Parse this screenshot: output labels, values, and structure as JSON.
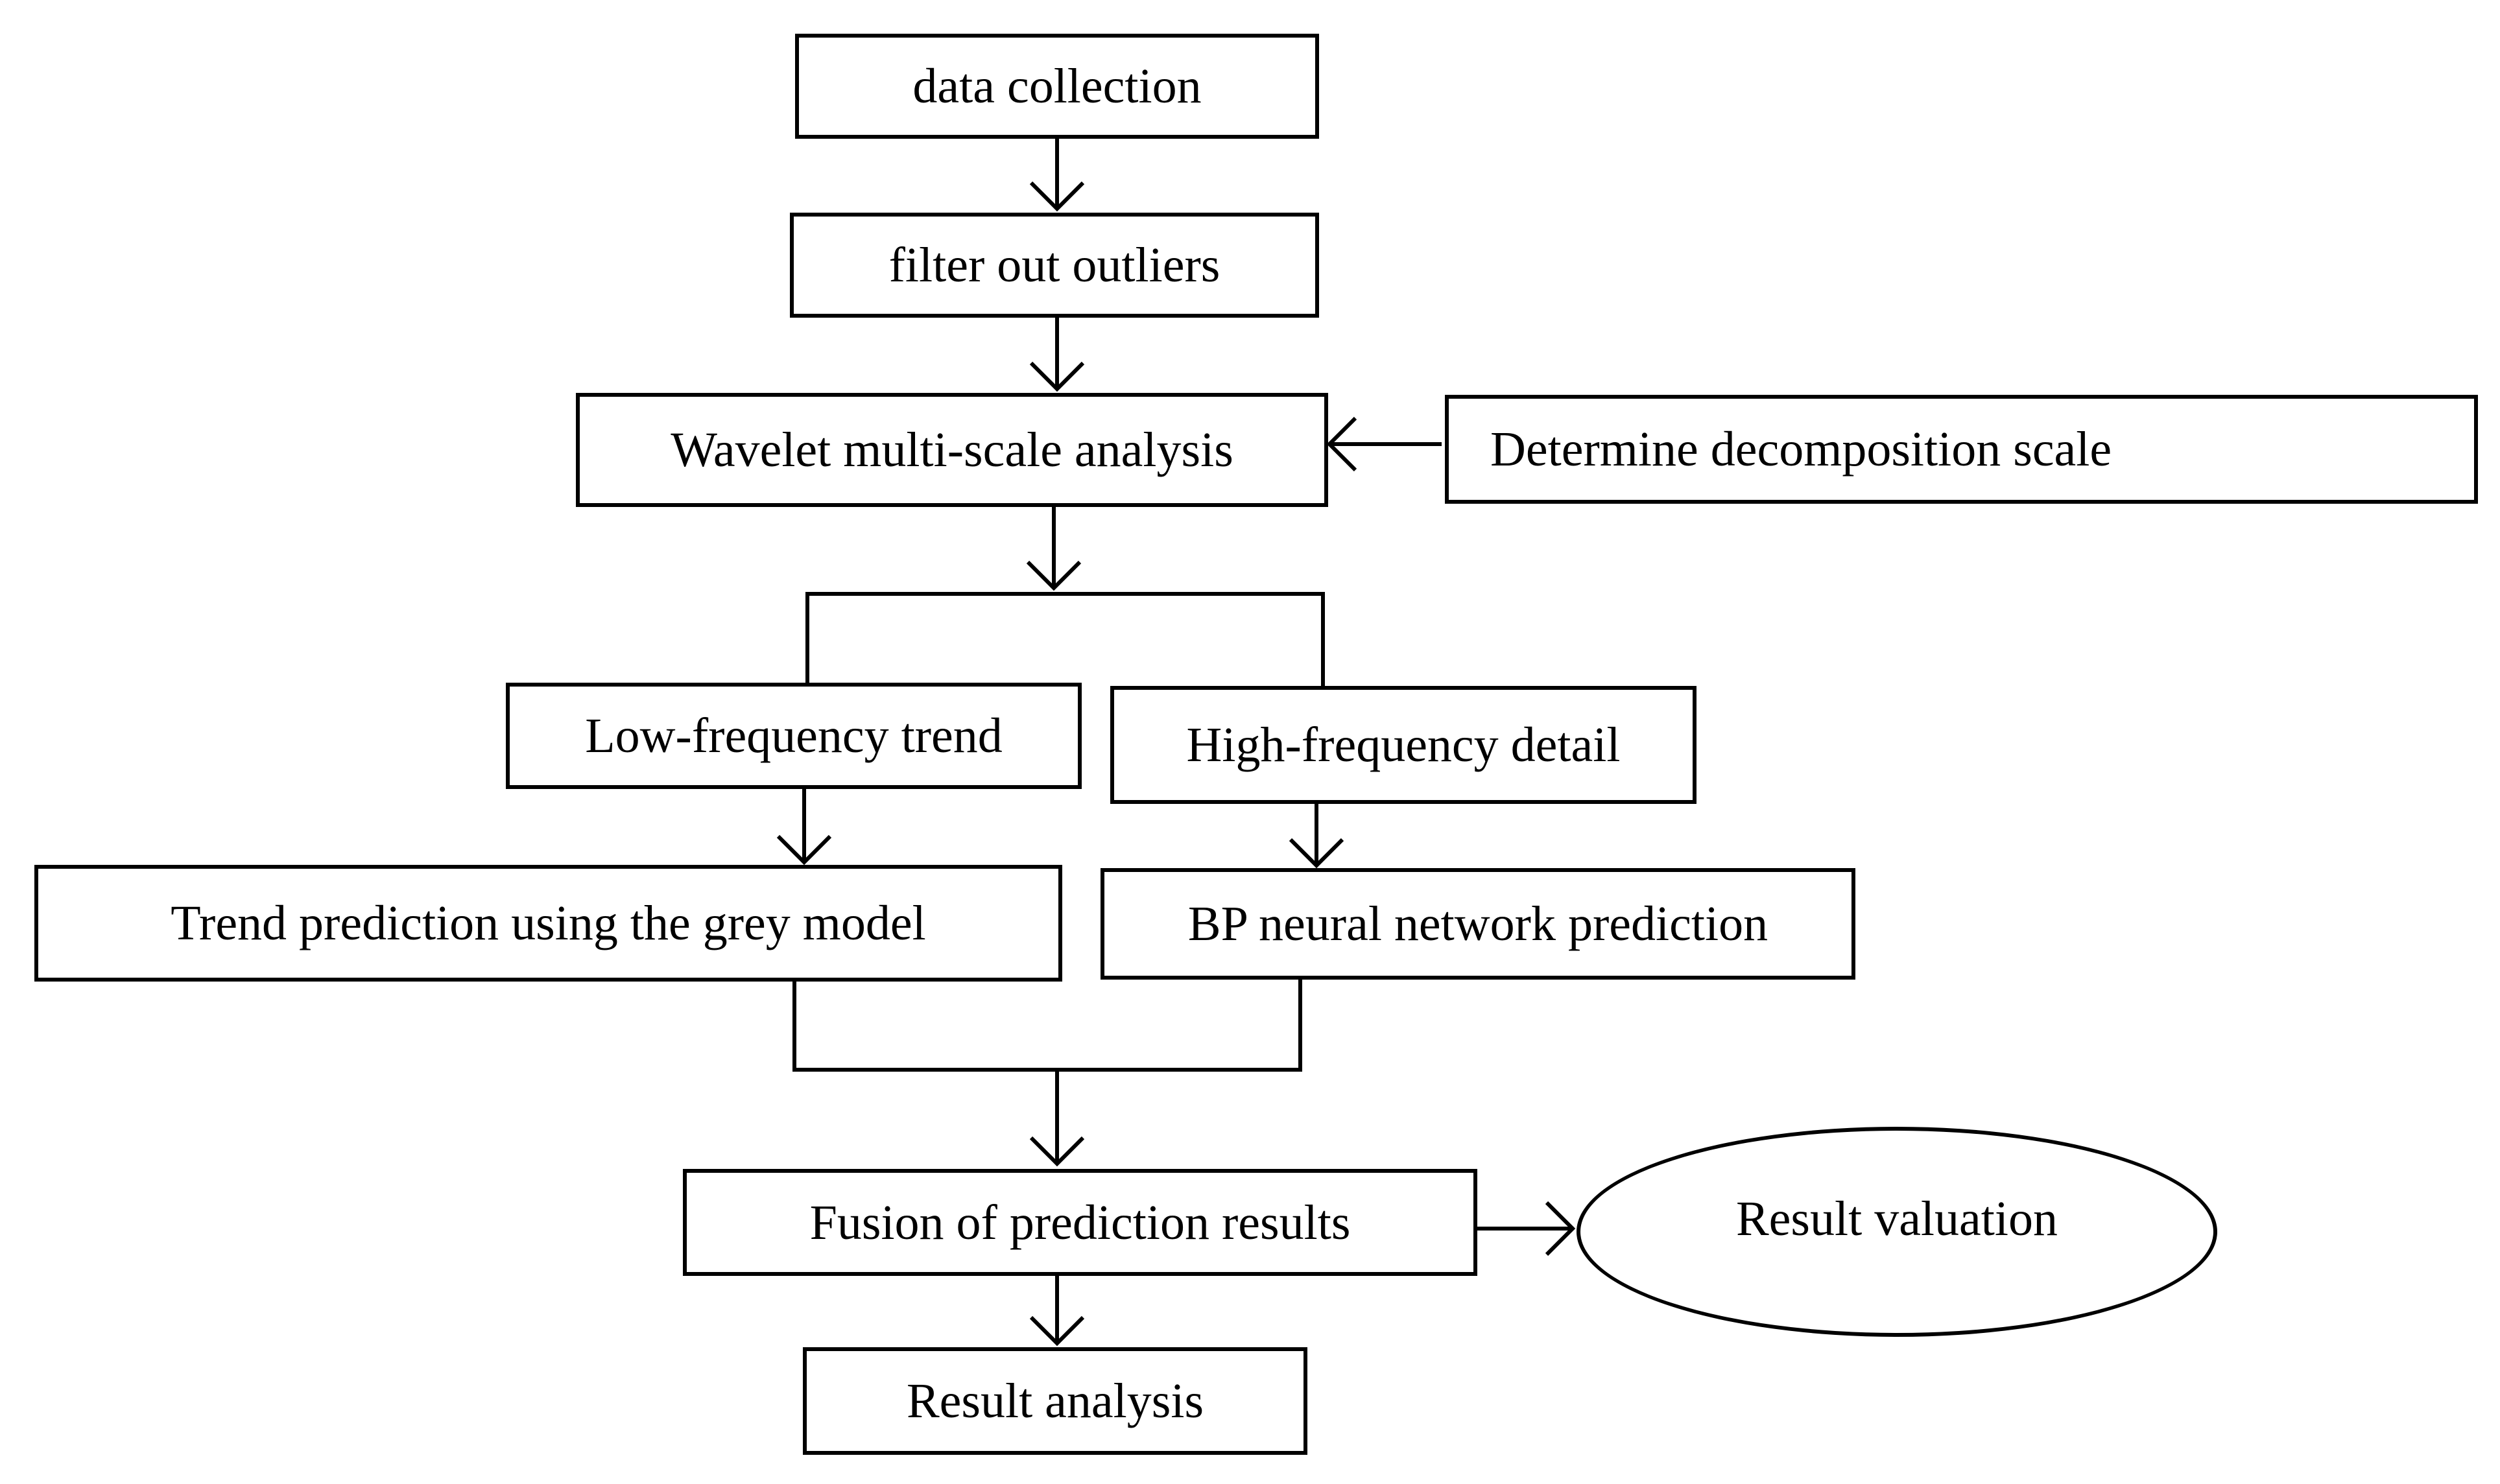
{
  "diagram": {
    "nodes": {
      "data_collection": "data collection",
      "filter_outliers": "filter out outliers",
      "wavelet_analysis": "Wavelet multi-scale analysis",
      "decomposition_scale": "Determine decomposition scale",
      "low_frequency": "Low-frequency trend",
      "high_frequency": "High-frequency detail",
      "grey_model": "Trend prediction using the grey model",
      "bp_network": "BP neural network prediction",
      "fusion": "Fusion of prediction results",
      "result_valuation": "Result valuation",
      "result_analysis": "Result analysis"
    },
    "edges": [
      {
        "from": "data_collection",
        "to": "filter_outliers"
      },
      {
        "from": "filter_outliers",
        "to": "wavelet_analysis"
      },
      {
        "from": "decomposition_scale",
        "to": "wavelet_analysis"
      },
      {
        "from": "wavelet_analysis",
        "to": "low_frequency"
      },
      {
        "from": "wavelet_analysis",
        "to": "high_frequency"
      },
      {
        "from": "low_frequency",
        "to": "grey_model"
      },
      {
        "from": "high_frequency",
        "to": "bp_network"
      },
      {
        "from": "grey_model",
        "to": "fusion"
      },
      {
        "from": "bp_network",
        "to": "fusion"
      },
      {
        "from": "fusion",
        "to": "result_valuation"
      },
      {
        "from": "fusion",
        "to": "result_analysis"
      }
    ],
    "colors": {
      "stroke": "#000000",
      "fill": "#ffffff",
      "text": "#000000"
    }
  }
}
